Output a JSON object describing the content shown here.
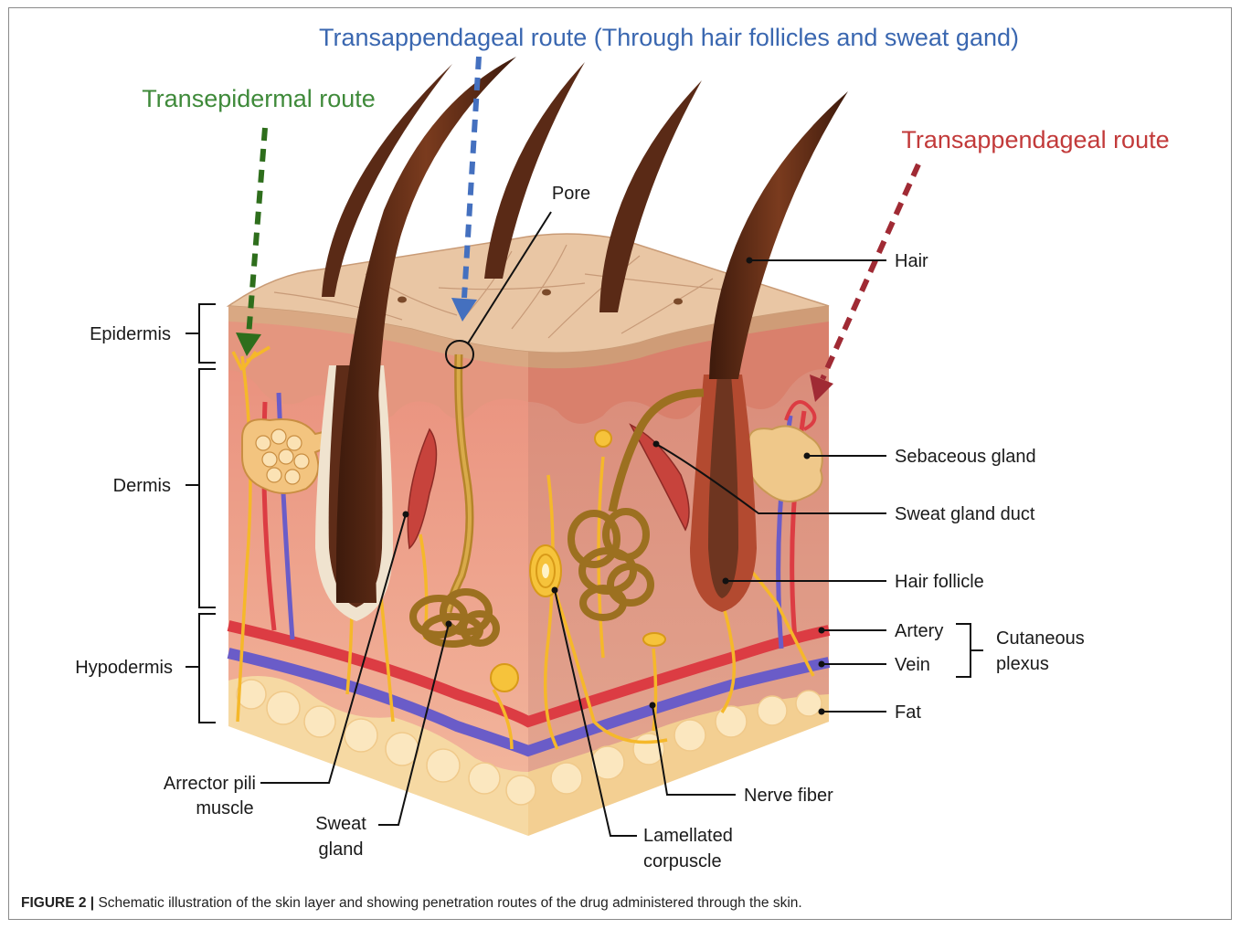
{
  "routes": {
    "transappendageal_follicle": "Transappendageal route (Through hair follicles and sweat gand)",
    "transepidermal": "Transepidermal route",
    "transappendageal": "Transappendageal route"
  },
  "layers": {
    "epidermis": "Epidermis",
    "dermis": "Dermis",
    "hypodermis": "Hypodermis"
  },
  "labels": {
    "pore": "Pore",
    "hair": "Hair",
    "sebaceous_gland": "Sebaceous gland",
    "sweat_gland_duct": "Sweat gland duct",
    "hair_follicle": "Hair follicle",
    "artery": "Artery",
    "vein": "Vein",
    "cutaneous_plexus_line1": "Cutaneous",
    "cutaneous_plexus_line2": "plexus",
    "fat": "Fat",
    "nerve_fiber": "Nerve fiber",
    "arrector_pili_line1": "Arrector pili",
    "arrector_pili_line2": "muscle",
    "sweat_gland_line1": "Sweat",
    "sweat_gland_line2": "gland",
    "lamellated_line1": "Lamellated",
    "lamellated_line2": "corpuscle"
  },
  "caption": {
    "label": "FIGURE 2 |",
    "text": " Schematic illustration of the skin layer and showing penetration routes of the drug administered through the skin."
  },
  "colors": {
    "route_blue": "#3a67b0",
    "route_green": "#3f8a3a",
    "route_red": "#c23a3a",
    "arrow_green": "#2e6e1c",
    "arrow_blue": "#4470bf",
    "arrow_red": "#a02a34",
    "hair": "#5a2a16",
    "epidermis_top": "#e8c5a3",
    "dermis": "#eeaa92",
    "fat": "#f6d9a3",
    "artery": "#dc3c43",
    "vein": "#6a5cc8",
    "nerve": "#f5b82a"
  }
}
